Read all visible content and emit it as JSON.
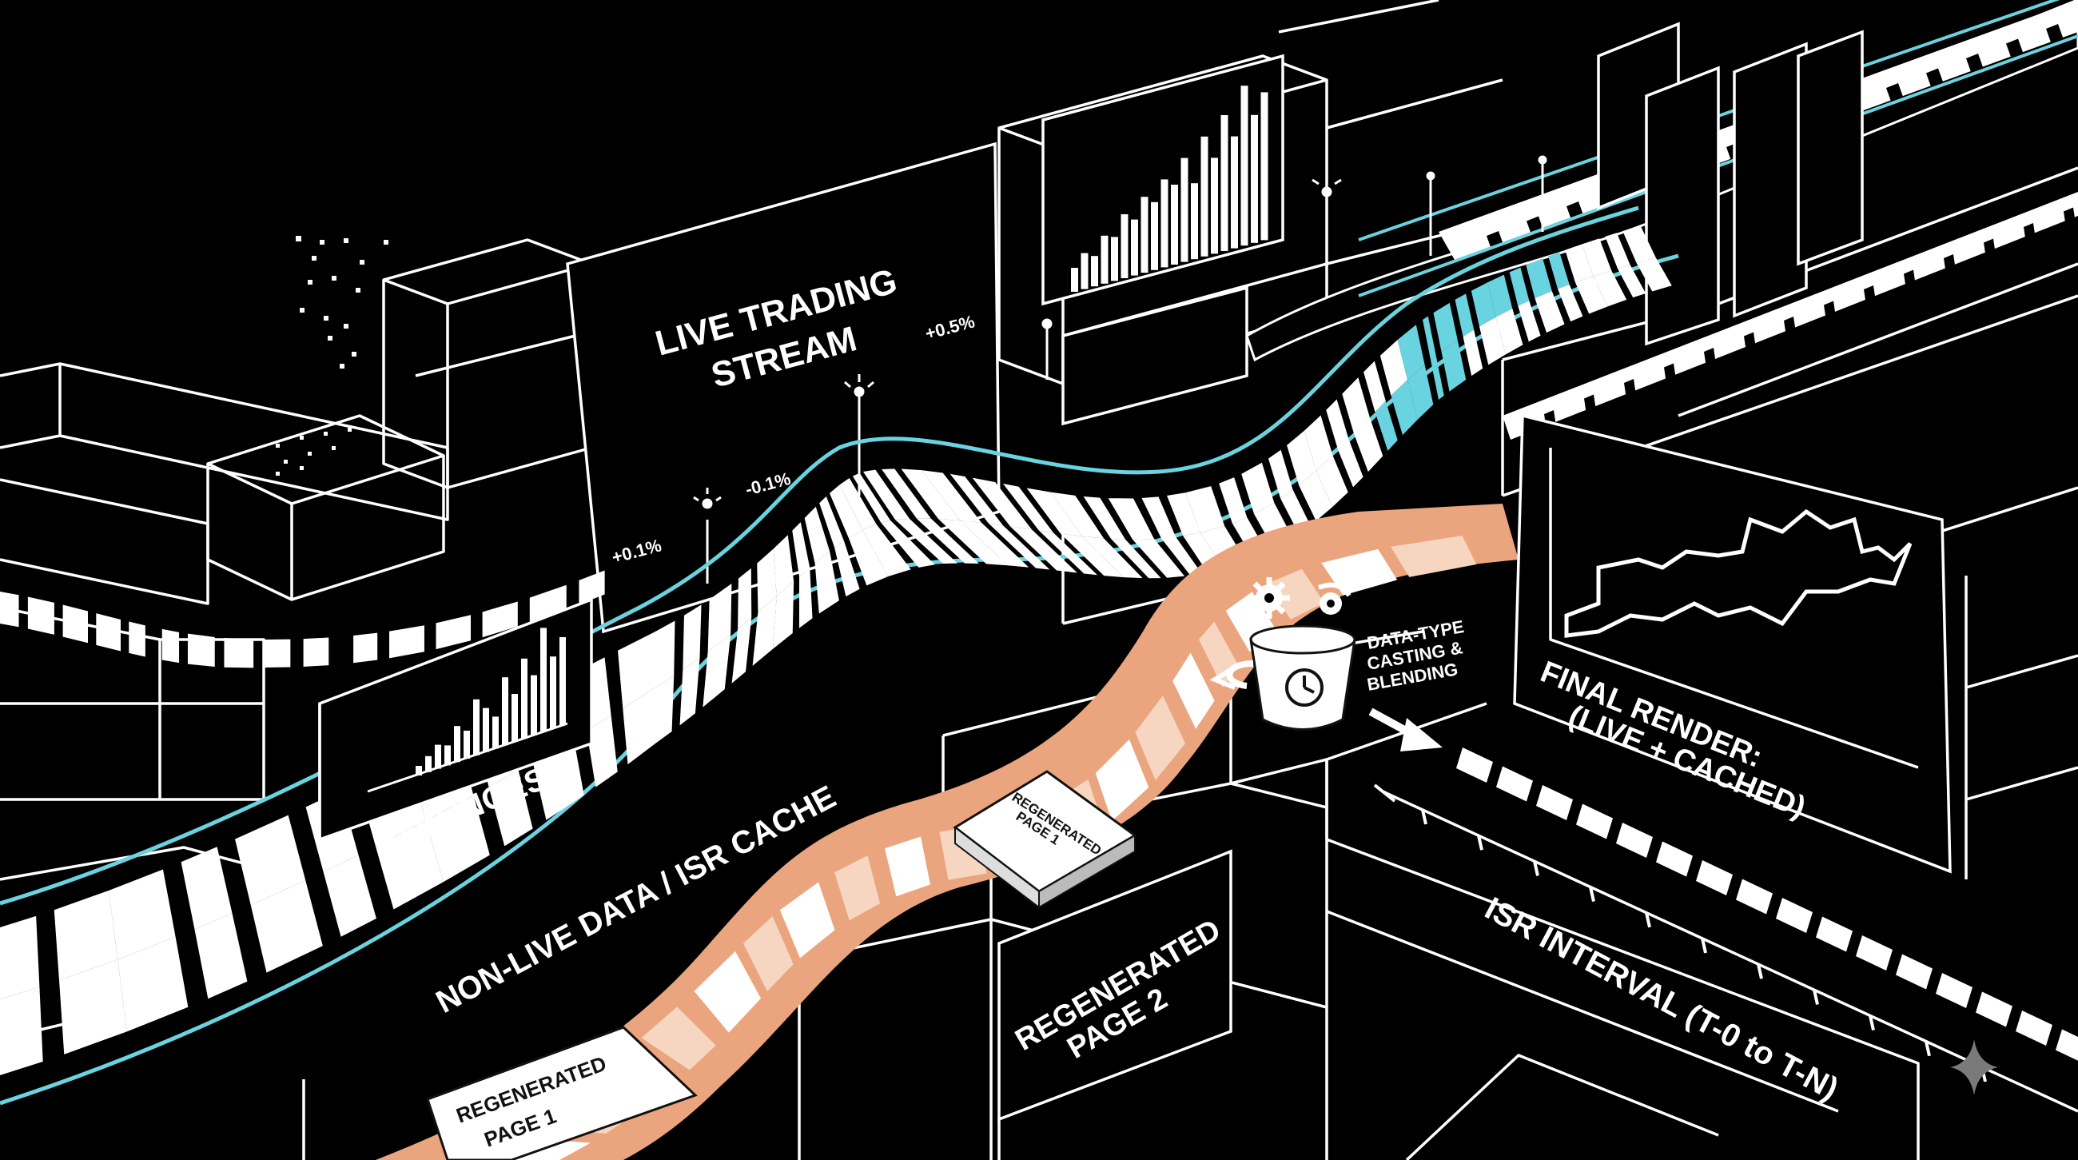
{
  "diagram": {
    "live_panel": {
      "title_line1": "LIVE TRADING",
      "title_line2": "STREAM",
      "ticks": [
        "+0.1%",
        "-0.1%",
        "+0.5%"
      ]
    },
    "labels": {
      "raw_ingest": "RAW INGEST",
      "non_live": "NON-LIVE DATA / ISR CACHE",
      "regen_page_2": [
        "REGENERATED",
        "PAGE 2"
      ],
      "isr_interval": "ISR INTERVAL (T-0 to T-N)",
      "final_render": [
        "FINAL RENDER:",
        "(LIVE + CACHED)"
      ],
      "casting": [
        "DATA-TYPE",
        "CASTING &",
        "BLENDING"
      ]
    },
    "cards": {
      "card_bottom": [
        "REGENERATED",
        "PAGE 1"
      ],
      "card_mid": [
        "REGENERATED",
        "PAGE 1"
      ]
    },
    "colors": {
      "background": "#000000",
      "lines": "#ffffff",
      "live_accent": "#6ad3e0",
      "cache_stream": "#eba57e",
      "cache_tile": "#f6d6c1"
    },
    "icons": [
      "gear-icon",
      "clock-icon",
      "bucket-icon",
      "arrow-right-icon",
      "sparkle-icon"
    ]
  }
}
